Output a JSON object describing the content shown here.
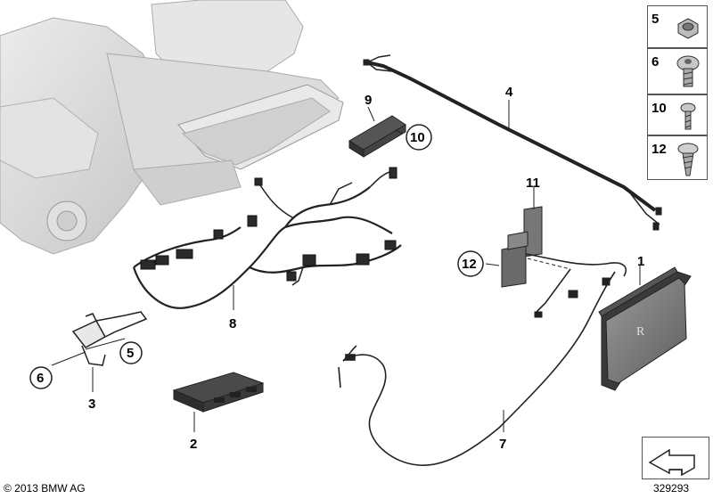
{
  "callouts": {
    "c1": "1",
    "c2": "2",
    "c3": "3",
    "c4": "4",
    "c5": "5",
    "c6": "6",
    "c7": "7",
    "c8": "8",
    "c9": "9",
    "c10": "10",
    "c11": "11",
    "c12": "12"
  },
  "legend": [
    {
      "number": "5",
      "part": "hex-nut"
    },
    {
      "number": "6",
      "part": "torx-screw"
    },
    {
      "number": "10",
      "part": "small-screw"
    },
    {
      "number": "12",
      "part": "self-tapping-screw"
    }
  ],
  "footer": {
    "copyright": "© 2013 BMW AG",
    "diagram_id": "329293"
  },
  "colors": {
    "line": "#222222",
    "seat": "#d9d9d9",
    "seat_shade": "#bdbdbd",
    "part_dark": "#3a3a3a",
    "screen_face": "#8a8a8a"
  }
}
